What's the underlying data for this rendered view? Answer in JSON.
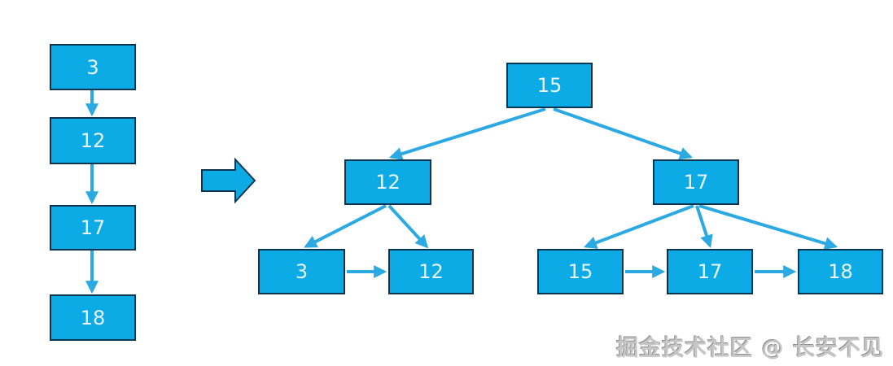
{
  "colors": {
    "node_fill": "#0cabe6",
    "node_border": "#0a3550",
    "node_text": "#e9f6fd",
    "arrow": "#2aa9e2",
    "transform_arrow_fill": "#0cabe6",
    "watermark_text": "#c6c6c6",
    "background": "#ffffff"
  },
  "list": {
    "nodes": [
      "3",
      "12",
      "17",
      "18"
    ],
    "edges": [
      "3→12",
      "12→17",
      "17→18"
    ]
  },
  "transform": {
    "icon": "block-arrow-right"
  },
  "tree": {
    "root": "15",
    "internal": [
      "12",
      "17"
    ],
    "leaves": [
      "3",
      "12",
      "15",
      "17",
      "18"
    ],
    "edges": [
      "15→12",
      "15→17",
      "12→3",
      "12→12",
      "17→15",
      "17→17",
      "17→18"
    ],
    "leaf_links": [
      "3→12",
      "15→17",
      "17→18"
    ]
  },
  "watermark": "掘金技术社区 @ 长安不见"
}
